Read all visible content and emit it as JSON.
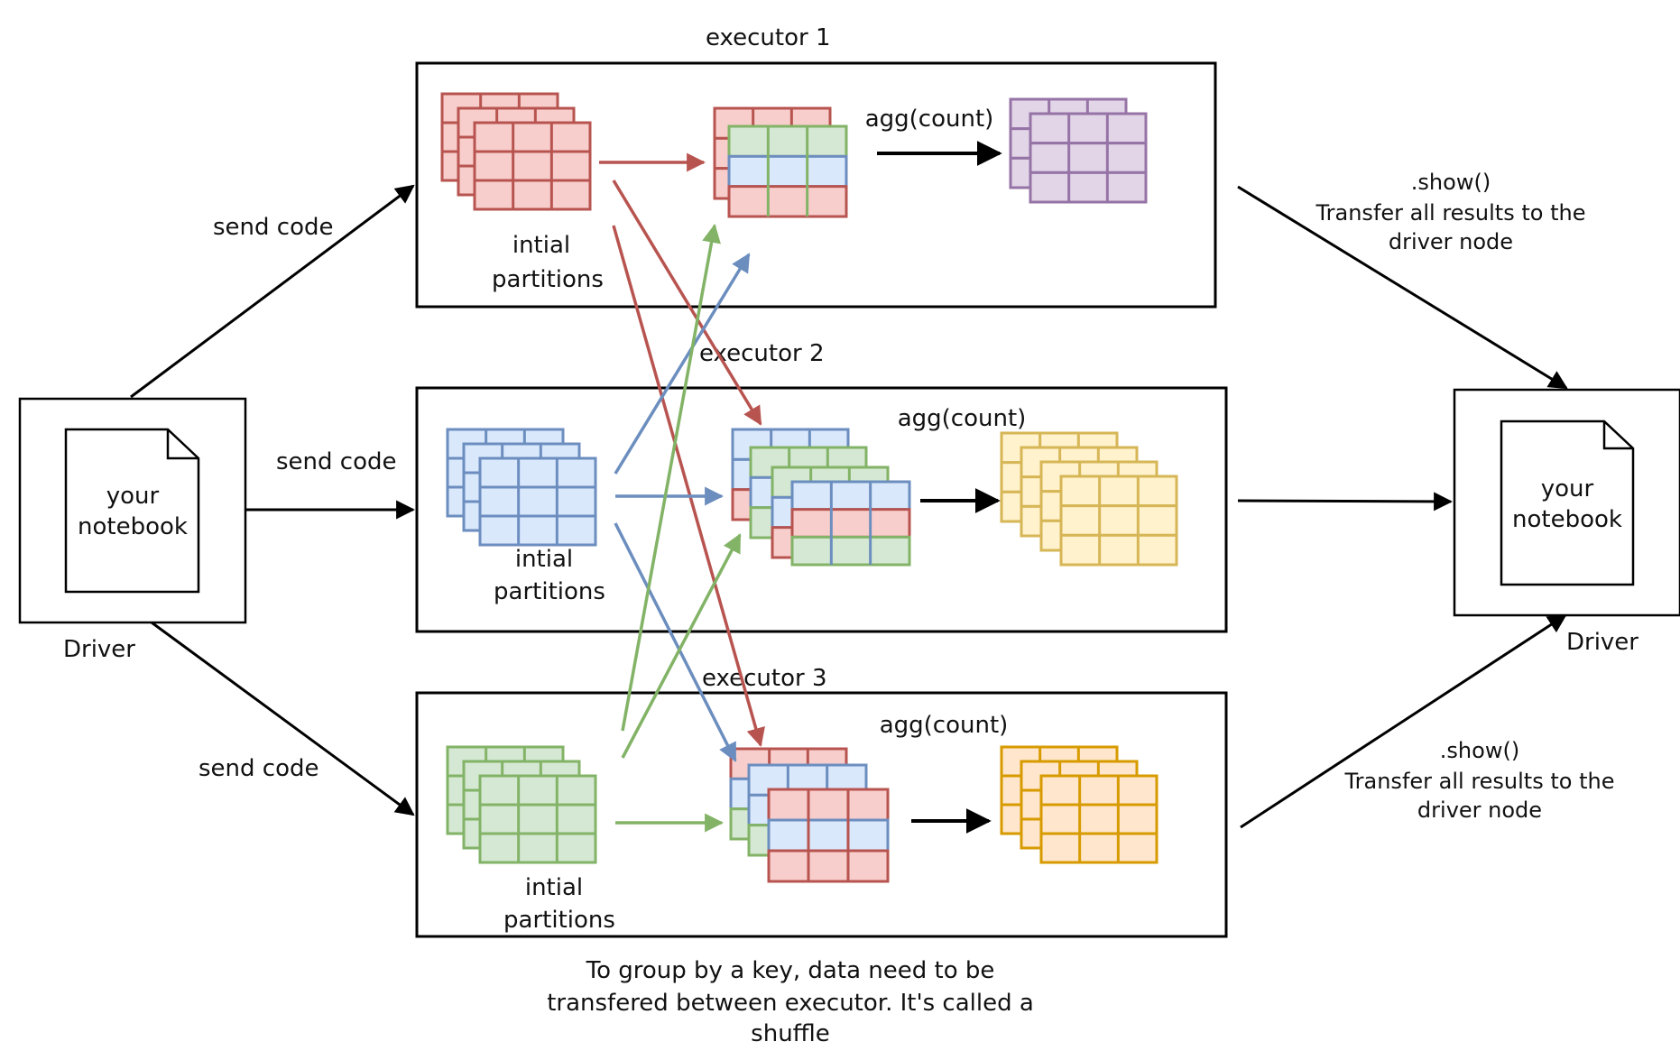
{
  "colors": {
    "red_fill": "#f8cecc",
    "red_stroke": "#b85450",
    "green_fill": "#d5e8d4",
    "green_stroke": "#82b366",
    "blue_fill": "#dae8fc",
    "blue_stroke": "#6c8ebf",
    "purple_fill": "#e1d5e7",
    "purple_stroke": "#9673a6",
    "yellow_fill": "#fff2cc",
    "yellow_stroke": "#d6b656",
    "orange_fill": "#ffe6cc",
    "orange_stroke": "#d79b00",
    "line": "#000000"
  },
  "executors": [
    {
      "title": "executor 1",
      "partitions_label_1": "intial",
      "partitions_label_2": "partitions",
      "agg_label": "agg(count)"
    },
    {
      "title": "executor 2",
      "partitions_label_1": "intial",
      "partitions_label_2": "partitions",
      "agg_label": "agg(count)"
    },
    {
      "title": "executor 3",
      "partitions_label_1": "intial",
      "partitions_label_2": "partitions",
      "agg_label": "agg(count)"
    }
  ],
  "driver_left": {
    "doc_line_1": "your",
    "doc_line_2": "notebook",
    "label": "Driver"
  },
  "driver_right": {
    "doc_line_1": "your",
    "doc_line_2": "notebook",
    "label": "Driver"
  },
  "send_code": [
    "send code",
    "send code",
    "send code"
  ],
  "show_top": {
    "line_1": ".show()",
    "line_2": "Transfer all results to the",
    "line_3": "driver node"
  },
  "show_bottom": {
    "line_1": ".show()",
    "line_2": "Transfer all results to the",
    "line_3": "driver node"
  },
  "caption": {
    "line_1": "To group by a key, data need to be",
    "line_2": "transfered between executor. It's called a",
    "line_3": "shuffle"
  }
}
